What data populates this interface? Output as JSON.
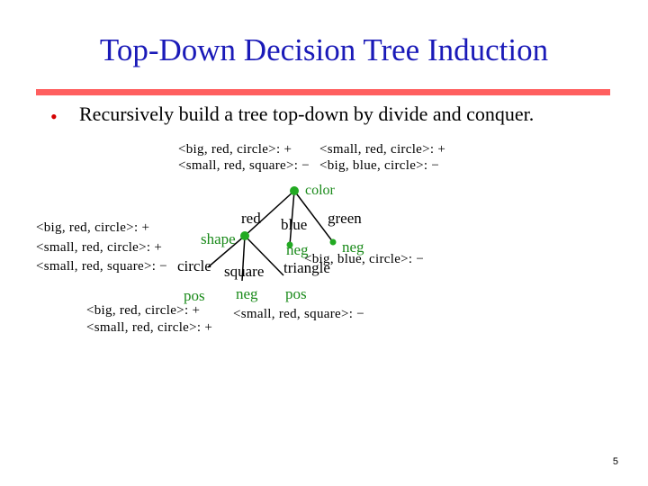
{
  "slide": {
    "title": "Top-Down Decision Tree Induction",
    "bullet": "Recursively build a tree top-down by divide and conquer.",
    "page_number": "5"
  },
  "top_examples": {
    "row1_left": "<big, red, circle>: +",
    "row1_right": "<small, red, circle>: +",
    "row2_left": "<small, red, square>: −",
    "row2_right": "<big, blue, circle>: −"
  },
  "tree": {
    "root": "color",
    "edges": {
      "red": "red",
      "blue": "blue",
      "green": "green",
      "circle": "circle",
      "square": "square",
      "triangle": "triangle"
    },
    "shape_node": "shape",
    "blue_leaf": "neg",
    "green_leaf": "neg",
    "circle_leaf": "pos",
    "square_leaf": "neg",
    "triangle_leaf": "pos"
  },
  "examples": {
    "red_branch": [
      "<big, red, circle>: +",
      "<small, red, circle>: +",
      "<small, red, square>: −"
    ],
    "blue_branch": "<big, blue, circle>: −",
    "circle_branch": [
      "<big, red, circle>: +",
      "<small, red, circle>: +"
    ],
    "square_branch": "<small, red, square>: −"
  },
  "colors": {
    "title": "#1a1ab8",
    "rule": "#ff5f5f",
    "bullet": "#d40000",
    "node": "#1a8a1a",
    "edge": "#000000"
  }
}
